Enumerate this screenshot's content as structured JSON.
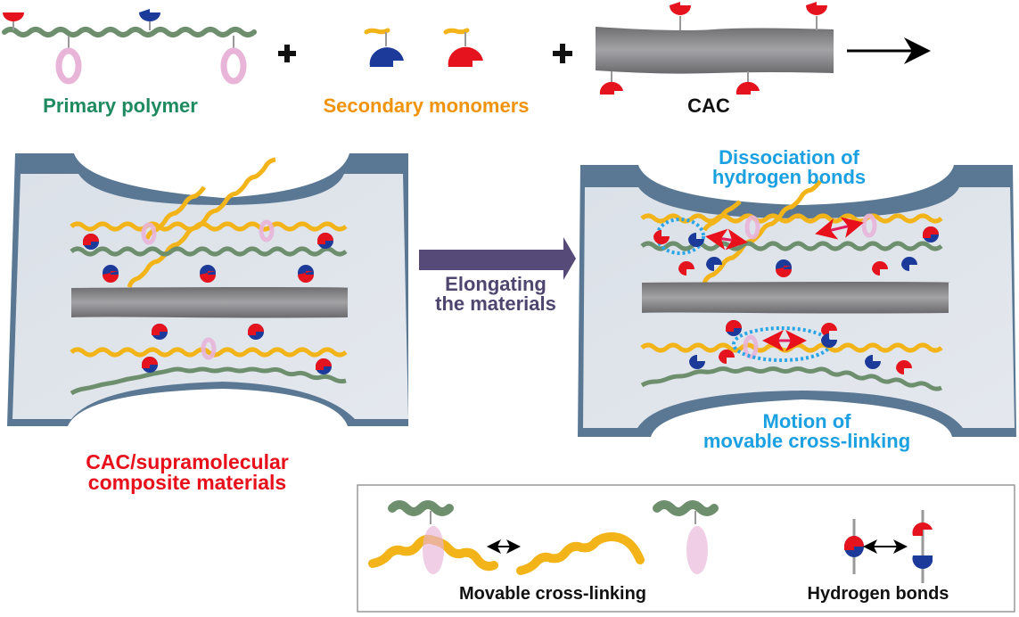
{
  "top_row": {
    "primary_polymer_label": "Primary polymer",
    "secondary_monomers_label": "Secondary monomers",
    "cac_label": "CAC",
    "plus_symbol": "+"
  },
  "left_panel": {
    "caption": [
      "CAC/supramolecular",
      "composite materials"
    ]
  },
  "middle_arrow": {
    "label": [
      "Elongating",
      "the materials"
    ]
  },
  "right_panel": {
    "top_caption": [
      "Dissociation of",
      "hydrogen bonds"
    ],
    "bottom_caption": [
      "Motion of",
      "movable cross-linking"
    ]
  },
  "legend": {
    "movable_crosslinking_label": "Movable cross-linking",
    "hydrogen_bonds_label": "Hydrogen bonds"
  },
  "colors": {
    "primary_polymer": "#6e8f6e",
    "secondary_polymer": "#f2b418",
    "ring": "#e8b4d8",
    "monomer_red": "#e5131d",
    "monomer_blue": "#1c3a9a",
    "cac_fiber": "#8a8a8d",
    "panel_frame": "#5a7894",
    "panel_fill": "#dde3ea",
    "arrow_purple": "#564a78",
    "dashed_circle": "#2aa6e6",
    "motion_arrow": "#e41f5f"
  }
}
